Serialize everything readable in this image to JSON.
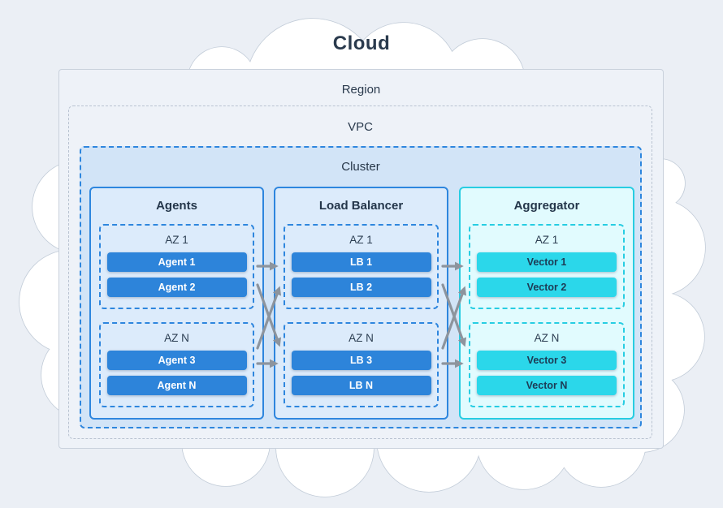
{
  "diagram": {
    "title": "Cloud",
    "region_label": "Region",
    "vpc_label": "VPC",
    "cluster_label": "Cluster",
    "columns": [
      {
        "label": "Agents",
        "azs": [
          {
            "label": "AZ 1",
            "nodes": [
              "Agent 1",
              "Agent 2"
            ]
          },
          {
            "label": "AZ N",
            "nodes": [
              "Agent 3",
              "Agent N"
            ]
          }
        ]
      },
      {
        "label": "Load Balancer",
        "azs": [
          {
            "label": "AZ 1",
            "nodes": [
              "LB 1",
              "LB 2"
            ]
          },
          {
            "label": "AZ N",
            "nodes": [
              "LB 3",
              "LB N"
            ]
          }
        ]
      },
      {
        "label": "Aggregator",
        "azs": [
          {
            "label": "AZ 1",
            "nodes": [
              "Vector 1",
              "Vector 2"
            ]
          },
          {
            "label": "AZ N",
            "nodes": [
              "Vector 3",
              "Vector N"
            ]
          }
        ]
      }
    ]
  },
  "colors": {
    "accent_blue": "#2e86de",
    "accent_cyan": "#27cde2",
    "node_blue": "#2d84da",
    "node_cyan": "#2bd7ea",
    "cluster_fill": "#d2e4f7",
    "arrow_gray": "#8d949d",
    "text_dark": "#24364a",
    "background": "#ebeff5",
    "cloud_fill": "#ffffff",
    "cloud_stroke": "#c2ccd8"
  }
}
